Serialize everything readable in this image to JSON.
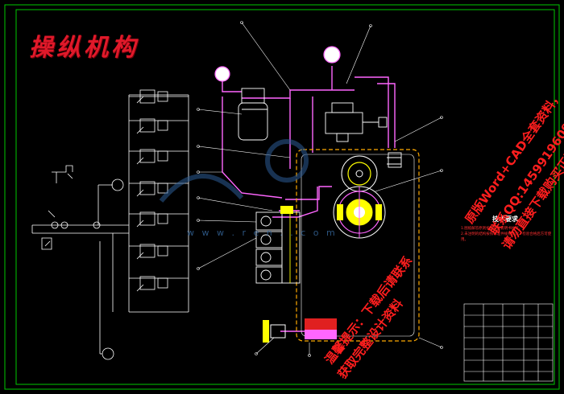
{
  "drawing": {
    "title": "操纵机构",
    "tech_notes_title": "技术要求",
    "tech_notes": [
      "1.图纸解答原则按照有关说明书执行。",
      "2.未注明的结构按照标准件规格装配，检验合格后方可使用。"
    ]
  },
  "watermarks": [
    "原版Word+CAD全套资料，",
    "联系QQ:1459919609",
    "请勿直接下载购买正版！",
    "温馨提示：下载后请联系",
    "获取完整设计资料"
  ],
  "site_mark": "w w w . r e n . . c o m",
  "colors": {
    "background": "#000000",
    "frame": "#00c800",
    "pipe": "#ff66ff",
    "line": "#ffffff",
    "accent_yellow": "#ffff00",
    "title_red": "#e0192a"
  }
}
